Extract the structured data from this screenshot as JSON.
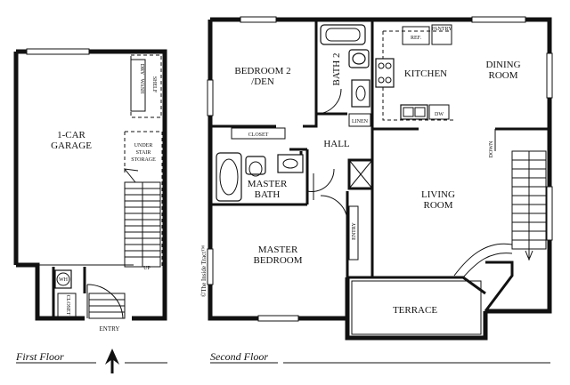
{
  "floors": [
    {
      "id": "first",
      "caption": "First Floor"
    },
    {
      "id": "second",
      "caption": "Second Floor"
    }
  ],
  "rooms": {
    "garage": [
      "1-CAR",
      "GARAGE"
    ],
    "under_stair": [
      "UNDER",
      "STAIR",
      "STORAGE"
    ],
    "wash_dry": [
      "WASH",
      "DRY"
    ],
    "shelf": "SHELF",
    "wh": "WH",
    "closet_small": "CLOSET",
    "up": "UP",
    "entry": "ENTRY",
    "bedroom2": [
      "BEDROOM 2",
      "/DEN"
    ],
    "bath2": "BATH 2",
    "kitchen": "KITCHEN",
    "dining": [
      "DINING",
      "ROOM"
    ],
    "ref": "REF.",
    "pantry": "PANTRY",
    "dw": "DW",
    "linen": "LINEN",
    "hall": "HALL",
    "closet": "CLOSET",
    "master_bath": [
      "MASTER",
      "BATH"
    ],
    "master_bedroom": [
      "MASTER",
      "BEDROOM"
    ],
    "living": [
      "LIVING",
      "ROOM"
    ],
    "down": "DOWN",
    "entry_closet": "ENTRY",
    "terrace": "TERRACE"
  },
  "watermark": "©The Inside Tract™",
  "north_arrow": "north-arrow-icon"
}
